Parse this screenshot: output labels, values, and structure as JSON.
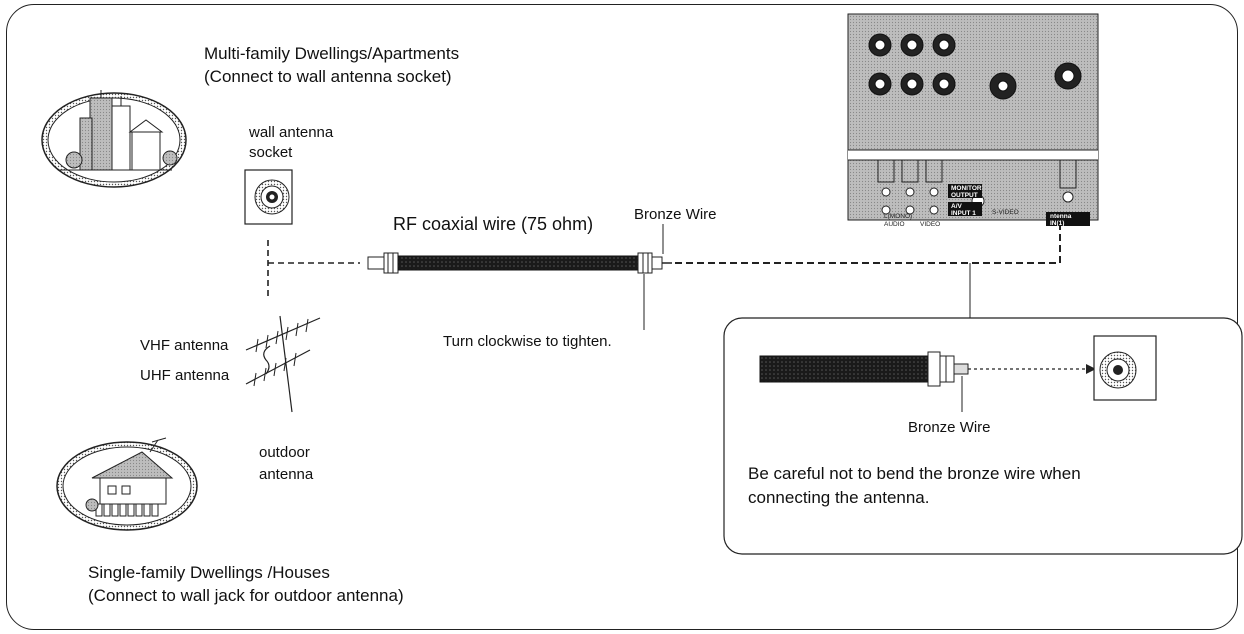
{
  "labels": {
    "multi_family_title": "Multi-family Dwellings/Apartments",
    "multi_family_sub": "(Connect to wall antenna socket)",
    "wall_socket_line1": "wall antenna",
    "wall_socket_line2": "socket",
    "rf_wire": "RF coaxial wire (75 ohm)",
    "bronze_wire_top": "Bronze Wire",
    "turn_clockwise": "Turn clockwise to tighten.",
    "vhf_antenna": "VHF antenna",
    "uhf_antenna": "UHF antenna",
    "outdoor_line1": "outdoor",
    "outdoor_line2": "antenna",
    "single_family_title": "Single-family Dwellings /Houses",
    "single_family_sub": "(Connect to wall jack for outdoor antenna)",
    "bronze_wire_inset": "Bronze Wire",
    "caution_line1": "Be careful not to bend the bronze wire when",
    "caution_line2": "connecting the antenna."
  },
  "tv_panel": {
    "monitor_output": [
      "MONITOR",
      "OUTPUT"
    ],
    "av_input": [
      "A/V",
      "INPUT 1"
    ],
    "s_video": "S-VIDEO",
    "audio": "AUDIO",
    "video": "VIDEO",
    "mono": "L(MONO)",
    "antenna": [
      "ntenna",
      "IN(1)"
    ]
  }
}
